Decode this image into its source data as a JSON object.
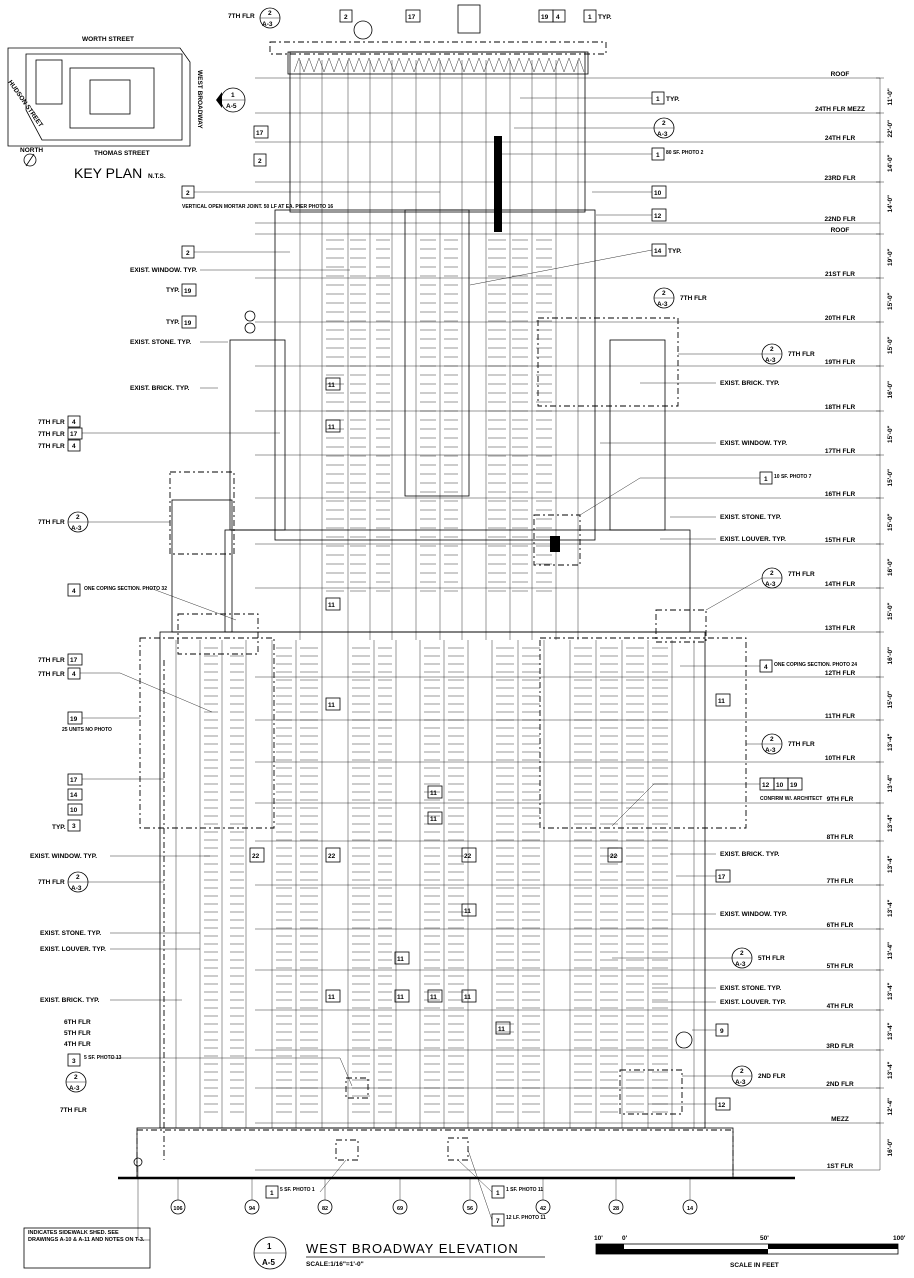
{
  "key_plan": {
    "title": "KEY PLAN",
    "nts": "N.T.S.",
    "north": "NORTH",
    "streets": {
      "worth": "WORTH STREET",
      "hudson": "HUDSON STREET",
      "thomas": "THOMAS STREET",
      "west_broadway": "WEST BROADWAY"
    },
    "ref_num": "1",
    "ref_sheet": "A-5"
  },
  "title_block": {
    "number": "1",
    "sheet": "A-5",
    "title": "WEST BROADWAY ELEVATION",
    "scale": "SCALE:1/16\"=1'-0\""
  },
  "scale_bar": {
    "labels": [
      "10'",
      "0'",
      "50'",
      "100'"
    ],
    "caption": "SCALE IN FEET"
  },
  "note": "INDICATES SIDEWALK SHED. SEE DRAWINGS A-10 & A-11 AND NOTES ON T-3.",
  "floors": [
    {
      "label": "ROOF",
      "dim": "11'-0\""
    },
    {
      "label": "24TH FLR MEZZ",
      "dim": "22'-0\""
    },
    {
      "label": "24TH FLR",
      "dim": "14'-0\""
    },
    {
      "label": "23RD FLR",
      "dim": "14'-0\""
    },
    {
      "label": "22ND FLR",
      "dim": ""
    },
    {
      "label": "ROOF",
      "dim": "19'-0\""
    },
    {
      "label": "21ST FLR",
      "dim": "15'-0\""
    },
    {
      "label": "20TH FLR",
      "dim": "15'-0\""
    },
    {
      "label": "19TH FLR",
      "dim": "16'-0\""
    },
    {
      "label": "18TH FLR",
      "dim": "15'-0\""
    },
    {
      "label": "17TH FLR",
      "dim": "15'-0\""
    },
    {
      "label": "16TH FLR",
      "dim": "15'-0\""
    },
    {
      "label": "15TH FLR",
      "dim": "16'-0\""
    },
    {
      "label": "14TH FLR",
      "dim": "15'-0\""
    },
    {
      "label": "13TH FLR",
      "dim": "16'-0\""
    },
    {
      "label": "12TH FLR",
      "dim": "15'-0\""
    },
    {
      "label": "11TH FLR",
      "dim": "13'-4\""
    },
    {
      "label": "10TH FLR",
      "dim": "13'-4\""
    },
    {
      "label": "9TH FLR",
      "dim": "13'-4\""
    },
    {
      "label": "8TH FLR",
      "dim": "13'-4\""
    },
    {
      "label": "7TH FLR",
      "dim": "13'-4\""
    },
    {
      "label": "6TH FLR",
      "dim": "13'-4\""
    },
    {
      "label": "5TH FLR",
      "dim": "13'-4\""
    },
    {
      "label": "4TH FLR",
      "dim": "13'-4\""
    },
    {
      "label": "3RD FLR",
      "dim": "13'-4\""
    },
    {
      "label": "2ND FLR",
      "dim": "12'-4\""
    },
    {
      "label": "MEZZ",
      "dim": "16'-0\""
    },
    {
      "label": "1ST FLR",
      "dim": ""
    }
  ],
  "top_tags": [
    "7TH FLR",
    "2",
    "A-3",
    "2",
    "17",
    "19",
    "4",
    "1",
    "TYP."
  ],
  "left_labels": {
    "vertical_open": "VERTICAL OPEN MORTAR JOINT. 50 LF AT EA. PIER PHOTO 16",
    "exist_window": "EXIST. WINDOW. TYP.",
    "typ": "TYP.",
    "exist_stone": "EXIST. STONE. TYP.",
    "exist_brick": "EXIST. BRICK. TYP.",
    "seventh_flr": "7TH FLR",
    "one_coping_32": "ONE COPING SECTION. PHOTO 32",
    "units_25": "25 UNITS NO PHOTO",
    "exist_louver": "EXIST. LOUVER. TYP.",
    "sixth": "6TH FLR",
    "fifth": "5TH FLR",
    "fourth": "4TH FLR",
    "sf5_13": "5 SF. PHOTO 13"
  },
  "right_labels": {
    "typ": "TYP.",
    "sf80": "80 SF. PHOTO 2",
    "seventh_flr": "7TH FLR",
    "exist_brick": "EXIST. BRICK. TYP.",
    "exist_window": "EXIST. WINDOW. TYP.",
    "sf10": "10 SF. PHOTO 7",
    "exist_stone": "EXIST. STONE. TYP.",
    "exist_louver": "EXIST. LOUVER. TYP.",
    "one_coping_24": "ONE COPING SECTION. PHOTO 24",
    "confirm": "CONFIRM W/. ARCHITECT",
    "fifth": "5TH FLR",
    "second": "2ND FLR"
  },
  "bottom_tags": {
    "sf5_1": "5 SF. PHOTO 1",
    "sf1_11": "1 SF. PHOTO 11",
    "lf12_11": "12 LF. PHOTO 11"
  },
  "grid_bubbles": [
    "106",
    "94",
    "82",
    "69",
    "56",
    "42",
    "28",
    "14"
  ]
}
